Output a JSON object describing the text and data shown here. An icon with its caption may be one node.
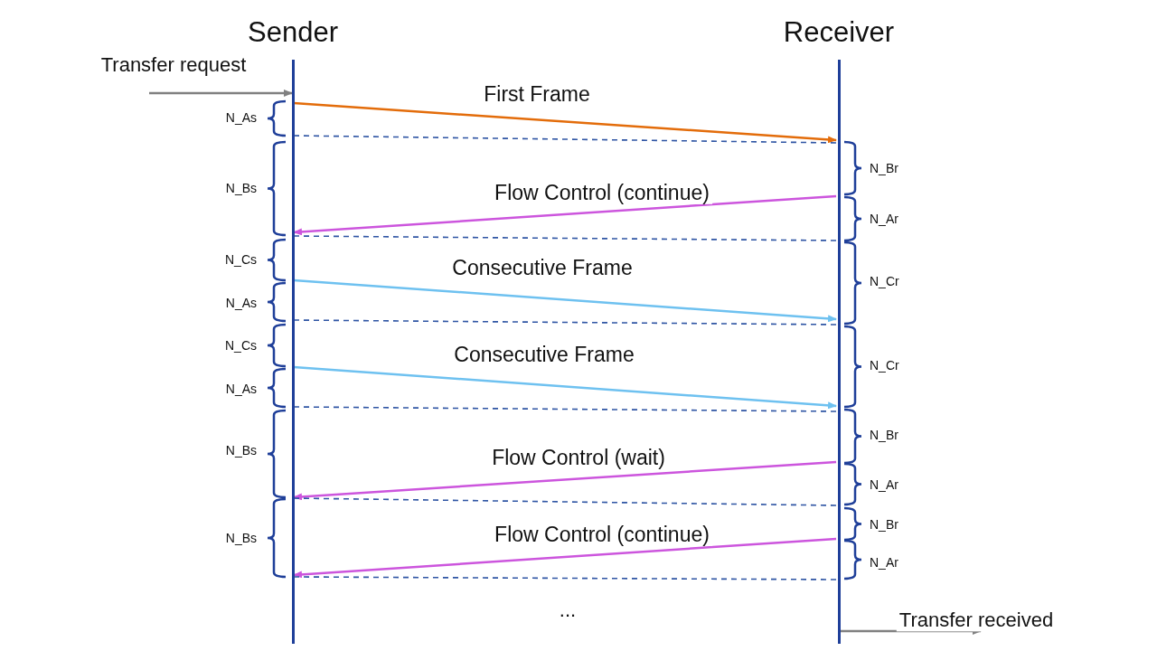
{
  "diagram": {
    "nodes": [
      {
        "text": [
          "Sender"
        ]
      },
      {
        "text": [
          "Receiver"
        ]
      }
    ],
    "edges": [
      {
        "from": null,
        "to": 0,
        "arrow": "to",
        "label": "Transfer request",
        "color": "#808080"
      },
      {
        "from": 0,
        "to": 1,
        "arrow": "to",
        "label": "First Frame",
        "color": "#e36c0a"
      },
      {
        "from": 0,
        "to": 1,
        "arrow": "none",
        "style": "dashed",
        "color": "#2f55a4"
      },
      {
        "from": 1,
        "to": 0,
        "arrow": "to",
        "label": "Flow Control (continue)",
        "color": "#cc55dd"
      },
      {
        "from": 0,
        "to": 1,
        "arrow": "none",
        "style": "dashed",
        "color": "#2f55a4"
      },
      {
        "from": 0,
        "to": 1,
        "arrow": "to",
        "label": "Consecutive Frame",
        "color": "#6ec1f0"
      },
      {
        "from": 0,
        "to": 1,
        "arrow": "none",
        "style": "dashed",
        "color": "#2f55a4"
      },
      {
        "from": 0,
        "to": 1,
        "arrow": "to",
        "label": "Consecutive Frame",
        "color": "#6ec1f0"
      },
      {
        "from": 0,
        "to": 1,
        "arrow": "none",
        "style": "dashed",
        "color": "#2f55a4"
      },
      {
        "from": 1,
        "to": 0,
        "arrow": "to",
        "label": "Flow Control (wait)",
        "color": "#cc55dd"
      },
      {
        "from": 0,
        "to": 1,
        "arrow": "none",
        "style": "dashed",
        "color": "#2f55a4"
      },
      {
        "from": 1,
        "to": 0,
        "arrow": "to",
        "label": "Flow Control (continue)",
        "color": "#cc55dd"
      },
      {
        "from": 0,
        "to": 1,
        "arrow": "none",
        "style": "dashed",
        "color": "#2f55a4"
      },
      {
        "from": 1,
        "to": null,
        "arrow": "to",
        "label": "Transfer received",
        "color": "#808080"
      }
    ],
    "labels": [
      "N_As",
      "N_Br",
      "N_Bs",
      "N_Ar",
      "N_Cs",
      "N_Cr",
      "N_As",
      "N_Cs",
      "N_Cr",
      "N_As",
      "N_Br",
      "N_Bs",
      "N_Ar",
      "N_Br",
      "N_Bs",
      "N_Ar",
      "..."
    ]
  }
}
